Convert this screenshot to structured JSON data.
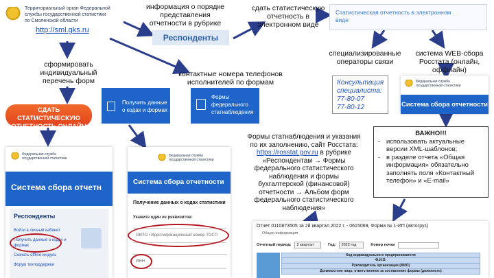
{
  "org": {
    "line1": "Территориальный орган Федеральной",
    "line2": "службы государственной статистики",
    "line3": "по Смоленской области",
    "url": "http://sml.gks.ru"
  },
  "info_note": {
    "line1": "информация о порядке",
    "line2": "представления",
    "line3": "отчетности в рубрике"
  },
  "respondents_button": "Респонденты",
  "electronic_note": {
    "line1": "сдать статистическую",
    "line2": "отчетность в",
    "line3": "электронном виде"
  },
  "stat_box": {
    "line1": "Статистическая отчетность в электронном",
    "line2": "виде"
  },
  "operators_note": {
    "line1": "специализированные",
    "line2": "операторы связи"
  },
  "web_note": {
    "line1": "система WEB-сбора",
    "line2": "Росстата (онлайн,",
    "line3": "оффлайн)"
  },
  "form_list_note": {
    "line1": "сформировать",
    "line2": "индивидуальный",
    "line3": "перечень форм"
  },
  "phones_note": {
    "line1": "контактные номера телефонов",
    "line2": "исполнителей по формам"
  },
  "consult": {
    "line1": "Консультация",
    "line2": "специалиста:",
    "line3": "77-80-07",
    "line4": "77-80-12"
  },
  "orange_button": {
    "line1": "СДАТЬ СТАТИСТИЧЕСКУЮ",
    "line2": "ОТЧЕТНОСТЬ ОНЛАЙН"
  },
  "tile_get_data": {
    "line1": "Получить данные",
    "line2": "о кодах и формах"
  },
  "tile_forms": {
    "line1": "Формы",
    "line2": "федерального",
    "line3": "статнаблюдения"
  },
  "system_logo": {
    "line1": "Федеральная служба",
    "line2": "государственной статистики",
    "title": "Система сбора отчетности"
  },
  "forms_note": {
    "line1": "Формы статнаблюдения и указания",
    "line2": "по их заполнению, сайт Росстата:",
    "link": "https://rosstat.gov.ru",
    "line3_suffix": " в рубрике",
    "line4": "«Респондентам → Формы",
    "line5": "федерального статистического",
    "line6": "наблюдения и формы",
    "line7": "бухгалтерской (финансовой)",
    "line8": "отчетности → Альбом форм",
    "line9": "федерального статистического",
    "line10": "наблюдения»"
  },
  "important": {
    "title": "ВАЖНО!!!",
    "item1_a": "использовать актуальные",
    "item1_b": "версии XML-шаблонов;",
    "item2_a": "в разделе отчета «Общая",
    "item2_b": "информация» обязательно",
    "item2_c": "заполнять поля «Контактный",
    "item2_d": "телефон» и «E-mail»"
  },
  "left_shot": {
    "logo1": "Федеральная служба",
    "logo2": "государственной статистики",
    "title": "Система сбора отчетн",
    "menu_header": "Респонденты",
    "item1": "Войти в личный кабинет",
    "item2": "Получить данные о кодах и",
    "item2b": "формах",
    "item3": "Скачать offline-модуль",
    "item4": "Форум техподдержки"
  },
  "mid_shot": {
    "logo1": "Федеральная служба",
    "logo2": "государственной статистики",
    "title": "Система сбора отчетности",
    "heading": "Получение данных о кодах статистики",
    "prompt": "Укажите один из реквизитов:",
    "field1": "ОКПО / Идентификационный номер ТОСП",
    "field2": "ИНН"
  },
  "report_shot": {
    "title": "Отчёт 0110873505 за 2й квартал 2022 г. - 0615069, Форма № 1-ИП (автогруз)",
    "subtitle": "Общая информация",
    "period_label": "Отчетный период:",
    "period_value": "2 квартал",
    "year_label": "Год:",
    "year_value": "2022 год",
    "corr_label": "Номер почки",
    "row1": "Код индивидуального предпринимателя",
    "row2": "Ф.И.О.",
    "row3": "Руководитель организации (ФИО)",
    "row4": "Должностное лицо, ответственное за составление формы (должность)"
  }
}
